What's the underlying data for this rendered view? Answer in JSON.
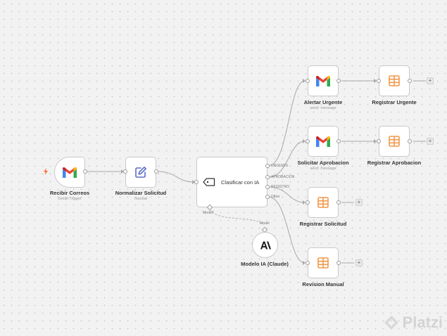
{
  "nodes": {
    "recibir": {
      "title": "Recibir Correos",
      "subtitle": "Gmail Trigger",
      "icon": "gmail-icon"
    },
    "normalizar": {
      "title": "Normalizar Solicitud",
      "subtitle": "manual",
      "icon": "pencil-square-icon"
    },
    "clasificar": {
      "title": "Clasificar con IA",
      "icon": "tag-icon",
      "outputs": [
        "URGENTE",
        "APROBACION",
        "REGISTRO",
        "Other"
      ],
      "model_input_label": "Model",
      "required_marker": "*"
    },
    "modelo": {
      "title": "Modelo IA (Claude)",
      "icon": "anthropic-icon",
      "output_label": "Model"
    },
    "alertar": {
      "title": "Alertar Urgente",
      "subtitle": "send: message",
      "icon": "gmail-icon"
    },
    "solicitar": {
      "title": "Solicitar Aprobacion",
      "subtitle": "send: message",
      "icon": "gmail-icon"
    },
    "registrar_urgente": {
      "title": "Registrar Urgente",
      "icon": "sheets-icon"
    },
    "registrar_aprobacion": {
      "title": "Registrar Aprobacion",
      "icon": "sheets-icon"
    },
    "registrar_solicitud": {
      "title": "Registrar Solicitud",
      "icon": "sheets-icon"
    },
    "revision": {
      "title": "Revision Manual",
      "icon": "sheets-icon"
    }
  },
  "add_button_label": "+",
  "watermark": {
    "text": "Platzi"
  },
  "colors": {
    "canvas": "#f2f2f2",
    "trigger_bolt": "#ff6d3a",
    "sheets": "#f2994a",
    "normalize_icon": "#5b6dc8",
    "edge": "#a8a8a8"
  }
}
